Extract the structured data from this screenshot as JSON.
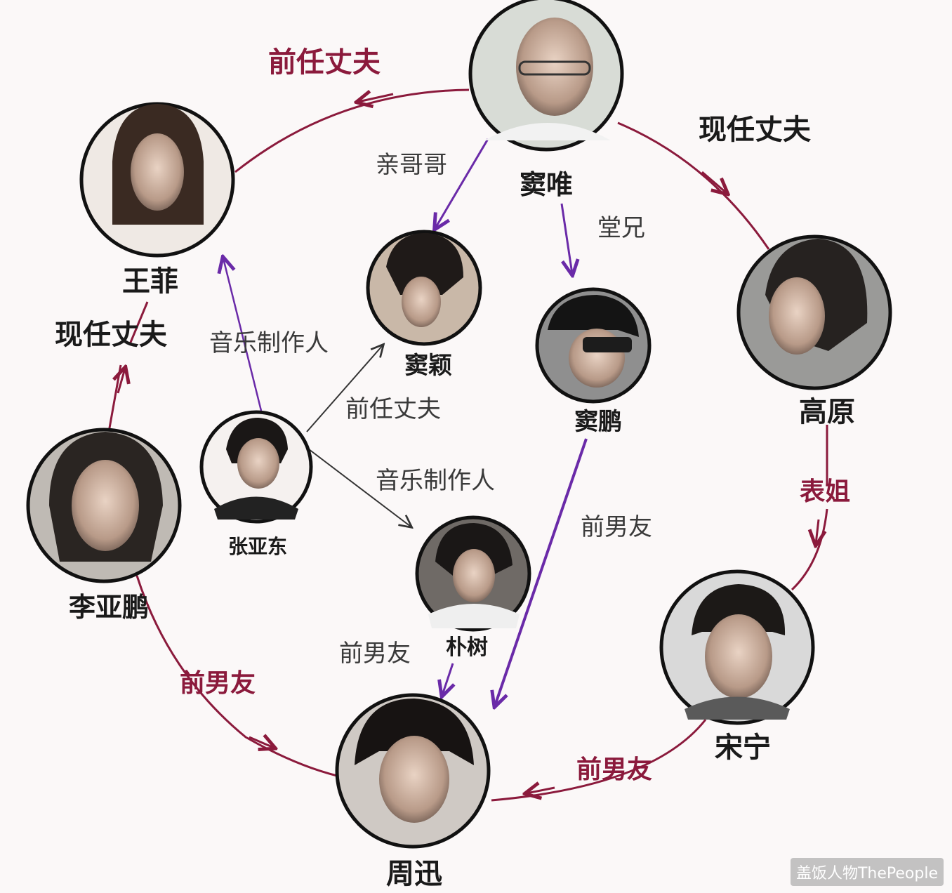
{
  "colors": {
    "crimson": "#8b1a3c",
    "purple": "#6a2aa8",
    "black": "#222222",
    "portrait_border": "#111111"
  },
  "people": {
    "douwei": "窦唯",
    "wangfei": "王菲",
    "gaoyuan": "高原",
    "douying": "窦颖",
    "doupeng": "窦鹏",
    "zhangyadong": "张亚东",
    "liyapeng": "李亚鹏",
    "pushu": "朴树",
    "songning": "宋宁",
    "zhouxun": "周迅"
  },
  "relations": {
    "douwei_wangfei": "前任丈夫",
    "douwei_gaoyuan": "现任丈夫",
    "douwei_douying": "亲哥哥",
    "douwei_doupeng": "堂兄",
    "li_wangfei": "现任丈夫",
    "zhang_wangfei": "音乐制作人",
    "zhang_douying": "前任丈夫",
    "zhang_pushu": "音乐制作人",
    "doupeng_zhouxun": "前男友",
    "gaoyuan_songning": "表姐",
    "pushu_zhouxun": "前男友",
    "li_zhouxun": "前男友",
    "songning_zhouxun": "前男友"
  },
  "watermark": "盖饭人物ThePeople"
}
